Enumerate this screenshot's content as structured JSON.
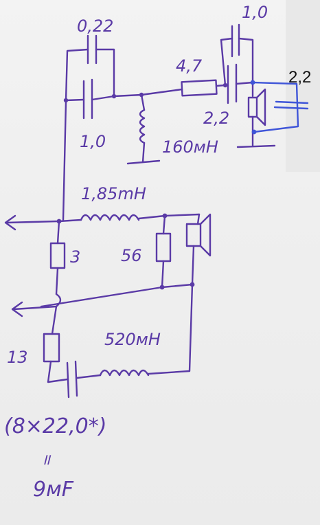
{
  "labels": {
    "c_top_small": "0,22",
    "c_top_big": "1,0",
    "c_tweeter_top": "1,0",
    "r_series_tweeter": "4,7",
    "c_tweeter_lower": "2,2",
    "c_added_blue": "2,2",
    "l_tweeter_shunt": "160мН",
    "l_mid": "1,85mH",
    "r_left": "3",
    "r_mid_shunt": "56",
    "r_bottom": "13",
    "l_bottom": "520мН",
    "c_bottom_note": "(8×22,0*)",
    "equals_sign": "॥",
    "c_bottom_total": "9мF"
  },
  "colors": {
    "ink": "#5a3aa6",
    "blue_ink": "#3f55d8",
    "paper": "#f0f0f0"
  }
}
